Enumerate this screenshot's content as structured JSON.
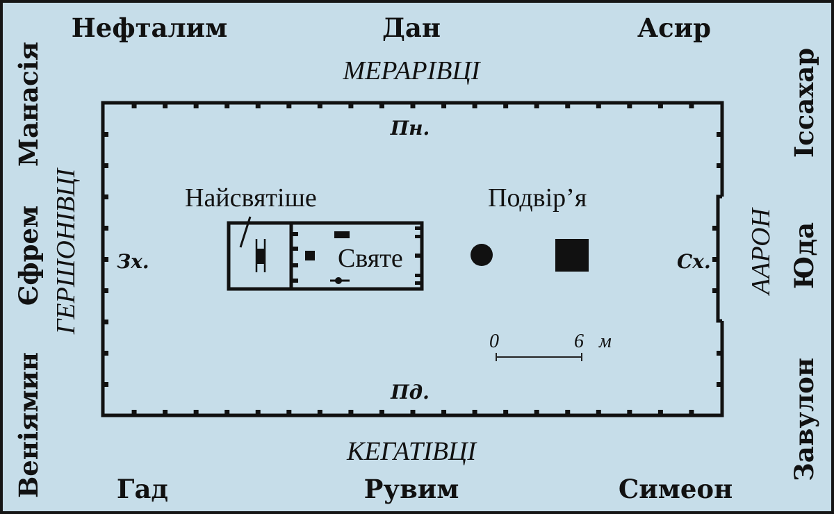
{
  "diagram": {
    "type": "tabernacle-camp-layout",
    "background_color": "#c6dde9",
    "ink_color": "#111111",
    "tribes": {
      "north": [
        "Нефталим",
        "Дан",
        "Асир"
      ],
      "south": [
        "Гад",
        "Рувим",
        "Симеон"
      ],
      "west": [
        "Манасія",
        "Єфрем",
        "Веніямин"
      ],
      "east": [
        "Іссахар",
        "Юда",
        "Завулон"
      ]
    },
    "levites": {
      "north": "МЕРАРІВЦІ",
      "south": "КЕГАТІВЦІ",
      "west": "ГЕРШОНІВЦІ",
      "east": "ААРОН"
    },
    "directions": {
      "north": "Пн.",
      "south": "Пд.",
      "west": "Зх.",
      "east": "Сх."
    },
    "areas": {
      "holy_of_holies": "Найсвятіше",
      "holy_place": "Святе",
      "courtyard": "Подвір’я"
    },
    "scale_bar": {
      "start": "0",
      "end": "6",
      "unit": "м"
    }
  }
}
